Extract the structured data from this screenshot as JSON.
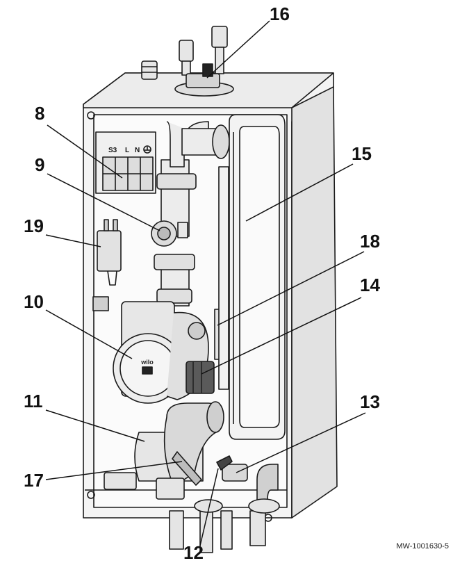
{
  "callouts": [
    {
      "id": "c16",
      "label": "16"
    },
    {
      "id": "c8",
      "label": "8"
    },
    {
      "id": "c15",
      "label": "15"
    },
    {
      "id": "c9",
      "label": "9"
    },
    {
      "id": "c19",
      "label": "19"
    },
    {
      "id": "c18",
      "label": "18"
    },
    {
      "id": "c14",
      "label": "14"
    },
    {
      "id": "c10",
      "label": "10"
    },
    {
      "id": "c11",
      "label": "11"
    },
    {
      "id": "c13",
      "label": "13"
    },
    {
      "id": "c17",
      "label": "17"
    },
    {
      "id": "c12",
      "label": "12"
    }
  ],
  "terminal_markings": {
    "s3": "S3",
    "l": "L",
    "n": "N"
  },
  "pump_brand": "wilo",
  "reference_code": "MW-1001630-5"
}
